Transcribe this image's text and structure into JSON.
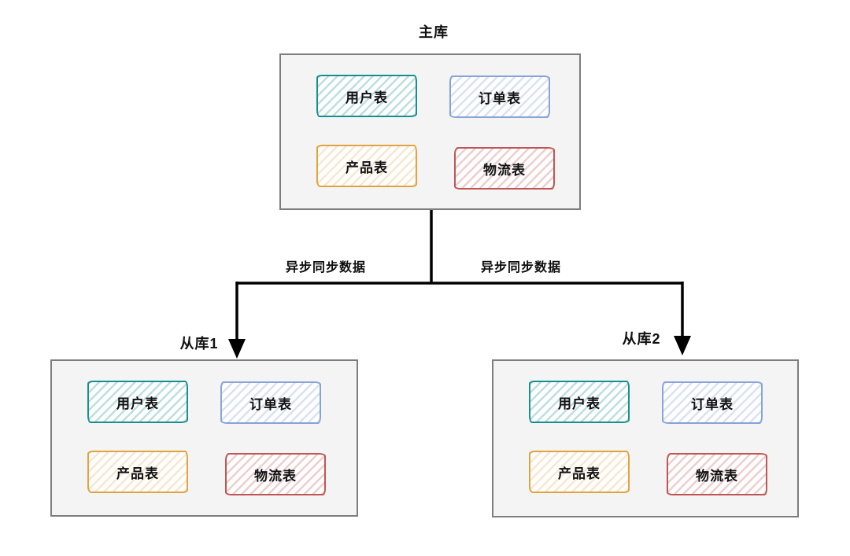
{
  "diagram": {
    "master": {
      "title": "主库",
      "tables": [
        {
          "label": "用户表",
          "color": "teal"
        },
        {
          "label": "订单表",
          "color": "blue"
        },
        {
          "label": "产品表",
          "color": "orange"
        },
        {
          "label": "物流表",
          "color": "red"
        }
      ]
    },
    "slaves": [
      {
        "title": "从库1",
        "tables": [
          {
            "label": "用户表",
            "color": "teal"
          },
          {
            "label": "订单表",
            "color": "blue"
          },
          {
            "label": "产品表",
            "color": "orange"
          },
          {
            "label": "物流表",
            "color": "red"
          }
        ]
      },
      {
        "title": "从库2",
        "tables": [
          {
            "label": "用户表",
            "color": "teal"
          },
          {
            "label": "订单表",
            "color": "blue"
          },
          {
            "label": "产品表",
            "color": "orange"
          },
          {
            "label": "物流表",
            "color": "red"
          }
        ]
      }
    ],
    "edges": [
      {
        "from": "主库",
        "to": "从库1",
        "label": "异步同步数据"
      },
      {
        "from": "主库",
        "to": "从库2",
        "label": "异步同步数据"
      }
    ],
    "colors": {
      "teal": "#178f8f",
      "blue": "#87a3d8",
      "orange": "#e0a33e",
      "red": "#bf5653",
      "container_bg": "#f4f4f5",
      "container_border": "#7d7d7d",
      "connector": "#000000",
      "text": "#111111"
    }
  }
}
